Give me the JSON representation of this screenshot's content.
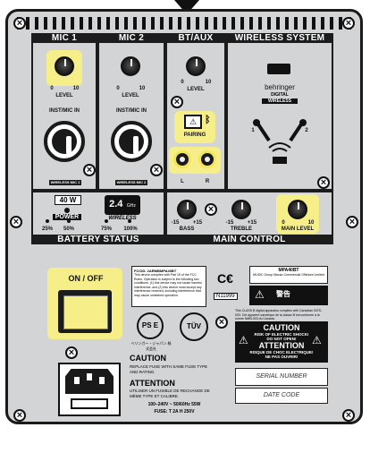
{
  "sections": {
    "mic1": "MIC 1",
    "mic2": "MIC 2",
    "btaux": "BT/AUX",
    "wireless_system": "WIRELESS SYSTEM",
    "battery_status": "BATTERY STATUS",
    "main_control": "MAIN CONTROL"
  },
  "mic1": {
    "scale_min": "0",
    "scale_max": "10",
    "level": "LEVEL",
    "input": "INST/MIC IN",
    "badge": "WIRELESS MIC 1"
  },
  "mic2": {
    "scale_min": "0",
    "scale_max": "10",
    "level": "LEVEL",
    "input": "INST/MIC IN",
    "badge": "WIRELESS MIC 2"
  },
  "btaux": {
    "scale_min": "0",
    "scale_max": "10",
    "level": "LEVEL",
    "pairing": "PAIRING",
    "left": "L",
    "right": "R"
  },
  "wireless": {
    "brand": "behringer",
    "digital": "DIGITAL",
    "wireless": "WIRELESS",
    "ch1": "1",
    "ch2": "2"
  },
  "battery": {
    "power_watts": "40 W",
    "power_label": "POWER",
    "wireless_band": "2.4",
    "ghz": "GHz",
    "wireless_label": "WIRELESS",
    "leds": [
      "25%",
      "50%",
      "75%",
      "100%"
    ]
  },
  "main": {
    "bass": "BASS",
    "treble": "TREBLE",
    "main_level": "MAIN LEVEL",
    "bass_min": "-15",
    "bass_max": "+15",
    "treble_min": "-15",
    "treble_max": "+15",
    "ml_min": "0",
    "ml_max": "10"
  },
  "power_switch": {
    "on": "ON",
    "off": "OFF"
  },
  "fcc": {
    "title": "FCCID: 2ARMBMPA40BT",
    "text": "This device complies with Part 15 of the FCC Rules. Operation is subject to the following two conditions: (1) this device may not cause harmful interference, and (2) this device must accept any interference received, including interference that may cause undesired operation."
  },
  "ce_code": "N11999",
  "model": {
    "model": "MPA40BT",
    "text": "MUSIC Group Macao Commercial Offshore Limited"
  },
  "warning_cn": "警告",
  "pse": {
    "mark": "PS E",
    "sub": "ベリンガー・ジャパン 株式会社"
  },
  "tuv": "TÜV",
  "canada_text": "This CLASS B digital apparatus complies with Canadian ICES-003. Cet appareil numerique de la classe B est conforme a la norme NMB-003 du Canada.",
  "caution_box": {
    "caution": "CAUTION",
    "risk": "RISK OF ELECTRIC SHOCK!",
    "do_not_open": "DO NOT OPEN!",
    "attention": "ATTENTION",
    "risque": "RISQUE DE CHOC ELECTRIQUE!",
    "ne_pas": "NE PAS OUVRIR!"
  },
  "fuse": {
    "caution": "CAUTION",
    "caution_text": "REPLACE FUSE WITH SAME FUSE TYPE AND RATING.",
    "attention": "ATTENTION",
    "attention_text": "UTILISER UN FUSIBLE DE RECHANGE DE MÊME TYPE ET CALIBRE.",
    "rating1": "100–240V ~ 50/60Hz 55W",
    "rating2": "FUSE: T 2A H 250V"
  },
  "serial_number": "SERIAL NUMBER",
  "date_code": "DATE CODE",
  "colors": {
    "highlight": "#f6ee88",
    "panel": "#d3d4d6",
    "dark": "#1c1c1c",
    "rca_ring": "#f2e65a"
  }
}
